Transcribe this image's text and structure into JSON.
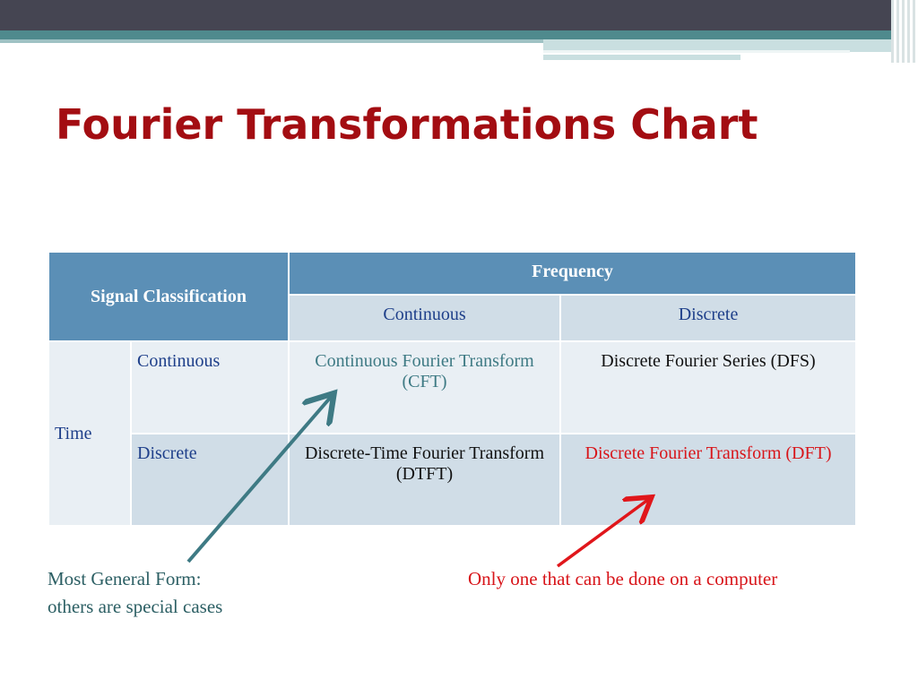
{
  "slide": {
    "title": "Fourier Transformations Chart"
  },
  "table": {
    "corner_label": "Signal Classification",
    "frequency_header": "Frequency",
    "freq_columns": [
      "Continuous",
      "Discrete"
    ],
    "time_label": "Time",
    "rows": [
      {
        "time_type": "Continuous",
        "cells": [
          "Continuous Fourier Transform (CFT)",
          "Discrete Fourier Series (DFS)"
        ]
      },
      {
        "time_type": "Discrete",
        "cells": [
          "Discrete-Time Fourier Transform (DTFT)",
          "Discrete Fourier Transform (DFT)"
        ]
      }
    ]
  },
  "annotations": {
    "left_note_line1": "Most General Form:",
    "left_note_line2": "others are special cases",
    "right_note": "Only one that can be done on a computer"
  },
  "colors": {
    "title": "#a30d12",
    "header_bg": "#5b8fb6",
    "accent_teal": "#3e7a84",
    "highlight_red": "#d8151a"
  }
}
